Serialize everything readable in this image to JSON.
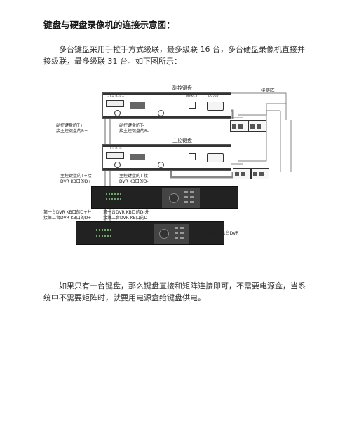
{
  "heading": "键盘与硬盘录像机的连接示意图：",
  "para1": "多台键盘采用手拉手方式级联，最多级联 16 台，多台硬盘录像机直接并接级联，最多级联 31 台。如下图所示：",
  "para2": "如果只有一台键盘，那么键盘直接和矩阵连接即可，不需要电源盒，当系统中不需要矩阵时，就要用电源盒给键盘供电。",
  "diagram": {
    "sub_keyboard": "副控键盘",
    "main_keyboard": "主控键盘",
    "matrix": "接矩阵",
    "sub_to_main_plus": [
      "副控键盘的T+",
      "接主控键盘的R+"
    ],
    "sub_to_main_minus": [
      "副控键盘的T-",
      "接主控键盘的R-"
    ],
    "main_to_dvr_plus": [
      "主控键盘的T+接",
      "DVR KB口的D+"
    ],
    "main_to_dvr_minus": [
      "主控键盘的T-接",
      "DVR KB口的D-"
    ],
    "dvr1_to_dvr2_plus": [
      "第一台DVR KB口的D+并",
      "接第二台DVR KB口的D+"
    ],
    "dvr1_to_dvr2_minus": [
      "第一台DVR KB口的D-并",
      "接第二台DVR KB口的D-"
    ],
    "max_dvr": "……最多接31台DVR",
    "terminal_label": "T- T+ R- R+",
    "port_label_a": "RS232",
    "port_label_b": "POWER"
  }
}
